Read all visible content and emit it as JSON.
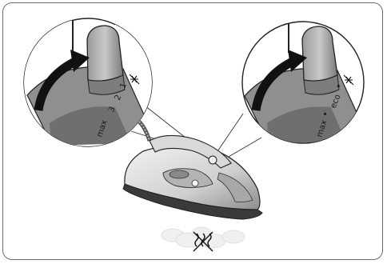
{
  "left_dial": {
    "marks": [
      "1",
      "2",
      "3",
      "max"
    ],
    "top_icon": "snowflake-crossed-icon"
  },
  "right_dial": {
    "marks": [
      "•",
      "eco",
      "•",
      "max"
    ],
    "top_icon": "snowflake-crossed-icon"
  },
  "bottom_icon": "steam-crossed-icon",
  "colors": {
    "outline": "#222222",
    "frame": "#6b6b6b",
    "shade_dark": "#7d7d7d",
    "shade_mid": "#a9a9a9",
    "shade_light": "#d6d6d6",
    "arrow": "#111111"
  }
}
